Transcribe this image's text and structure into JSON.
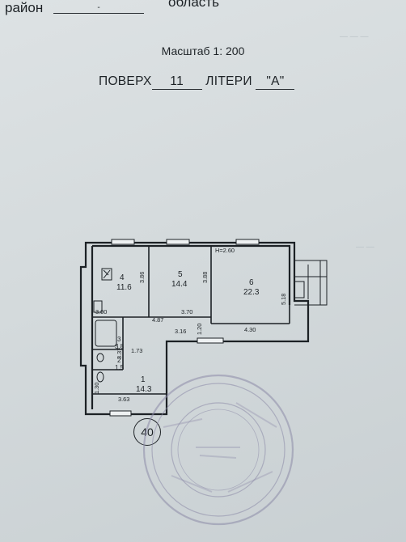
{
  "header": {
    "district_label": "район",
    "district_value": "-",
    "region_label": "область"
  },
  "scale": "Масштаб 1: 200",
  "floor": {
    "label": "ПОВЕРХ",
    "number": "11",
    "letter_label": "ЛІТЕРИ",
    "letter_value": "\"А\""
  },
  "plan": {
    "h_label": "H=2.60",
    "rooms": [
      {
        "number": "4",
        "area": "11.6"
      },
      {
        "number": "5",
        "area": "14.4"
      },
      {
        "number": "6",
        "area": "22.3"
      },
      {
        "number": "3",
        "area": "3.8"
      },
      {
        "number": "2",
        "area": "1.5"
      },
      {
        "number": "1",
        "area": "14.3"
      }
    ],
    "dims": [
      "3.86",
      "3.88",
      "5.18",
      "3.00",
      "3.70",
      "4.87",
      "1.20",
      "3.16",
      "4.30",
      "3.37",
      "1.73",
      "1.30",
      "3.63"
    ]
  },
  "sheet_number": "40",
  "colors": {
    "paper": "#d6dcde",
    "ink": "#1d2226",
    "stamp": "#8c8aa8"
  }
}
